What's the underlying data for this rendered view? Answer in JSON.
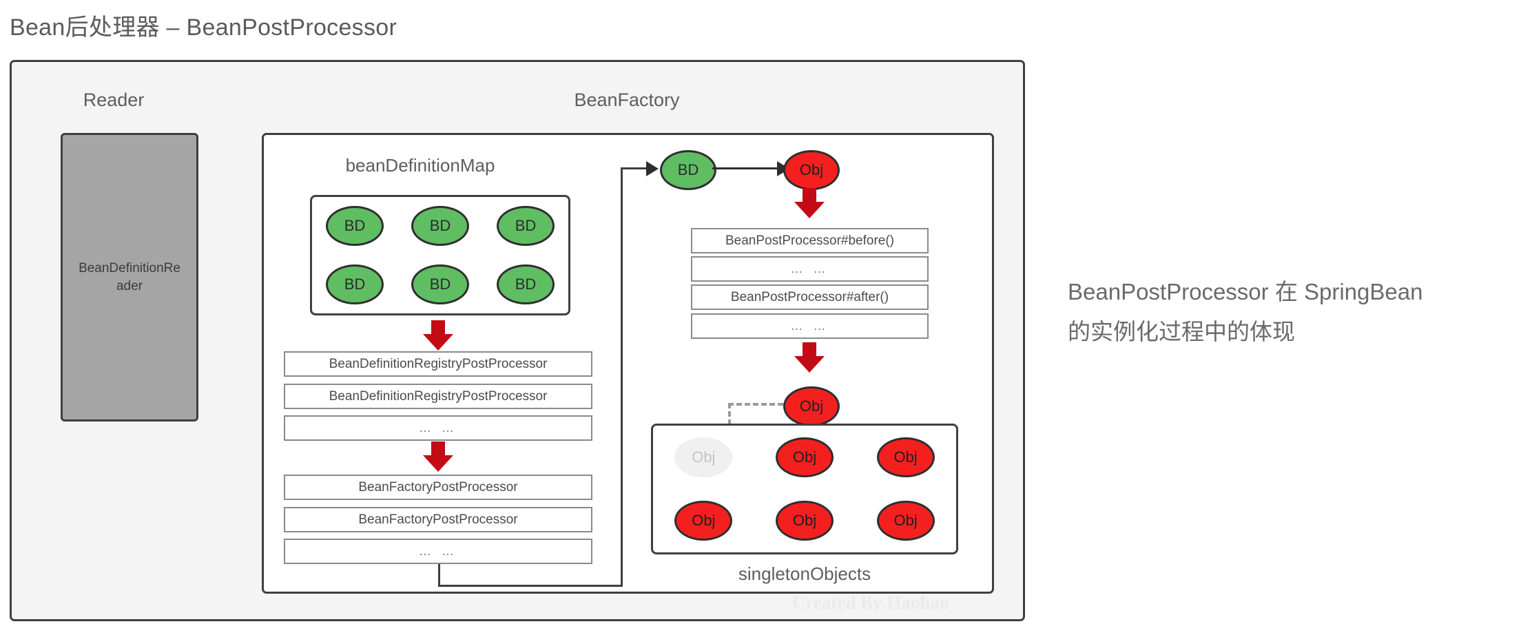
{
  "title": "Bean后处理器 – BeanPostProcessor",
  "diagram": {
    "headings": {
      "reader": "Reader",
      "bean_factory": "BeanFactory"
    },
    "reader_box": {
      "label": "BeanDefinitionReader"
    },
    "bean_definition_map": {
      "title": "beanDefinitionMap",
      "nodes": [
        "BD",
        "BD",
        "BD",
        "BD",
        "BD",
        "BD"
      ]
    },
    "registry_post_processors": [
      "BeanDefinitionRegistryPostProcessor",
      "BeanDefinitionRegistryPostProcessor",
      "… …"
    ],
    "factory_post_processors": [
      "BeanFactoryPostProcessor",
      "BeanFactoryPostProcessor",
      "… …"
    ],
    "instantiation_flow": {
      "bd_node": "BD",
      "obj_node": "Obj",
      "result_obj": "Obj"
    },
    "bean_post_processors": [
      "BeanPostProcessor#before()",
      "… …",
      "BeanPostProcessor#after()",
      "… …"
    ],
    "singleton_objects": {
      "title": "singletonObjects",
      "nodes": [
        {
          "label": "Obj",
          "state": "ghost"
        },
        {
          "label": "Obj",
          "state": "filled"
        },
        {
          "label": "Obj",
          "state": "filled"
        },
        {
          "label": "Obj",
          "state": "filled"
        },
        {
          "label": "Obj",
          "state": "filled"
        },
        {
          "label": "Obj",
          "state": "filled"
        }
      ]
    },
    "watermark": "Created By Haohao"
  },
  "caption": {
    "line1": "BeanPostProcessor 在 SpringBean",
    "line2": "的实例化过程中的体现"
  },
  "colors": {
    "bd_green": "#5fbd62",
    "obj_red": "#f42020",
    "arrow_red": "#c40a14",
    "frame_gray": "#3f3f3f",
    "reader_fill": "#a5a5a5",
    "ghost_gray": "#f0f0f0",
    "dashed_gray": "#9b9b9b"
  }
}
